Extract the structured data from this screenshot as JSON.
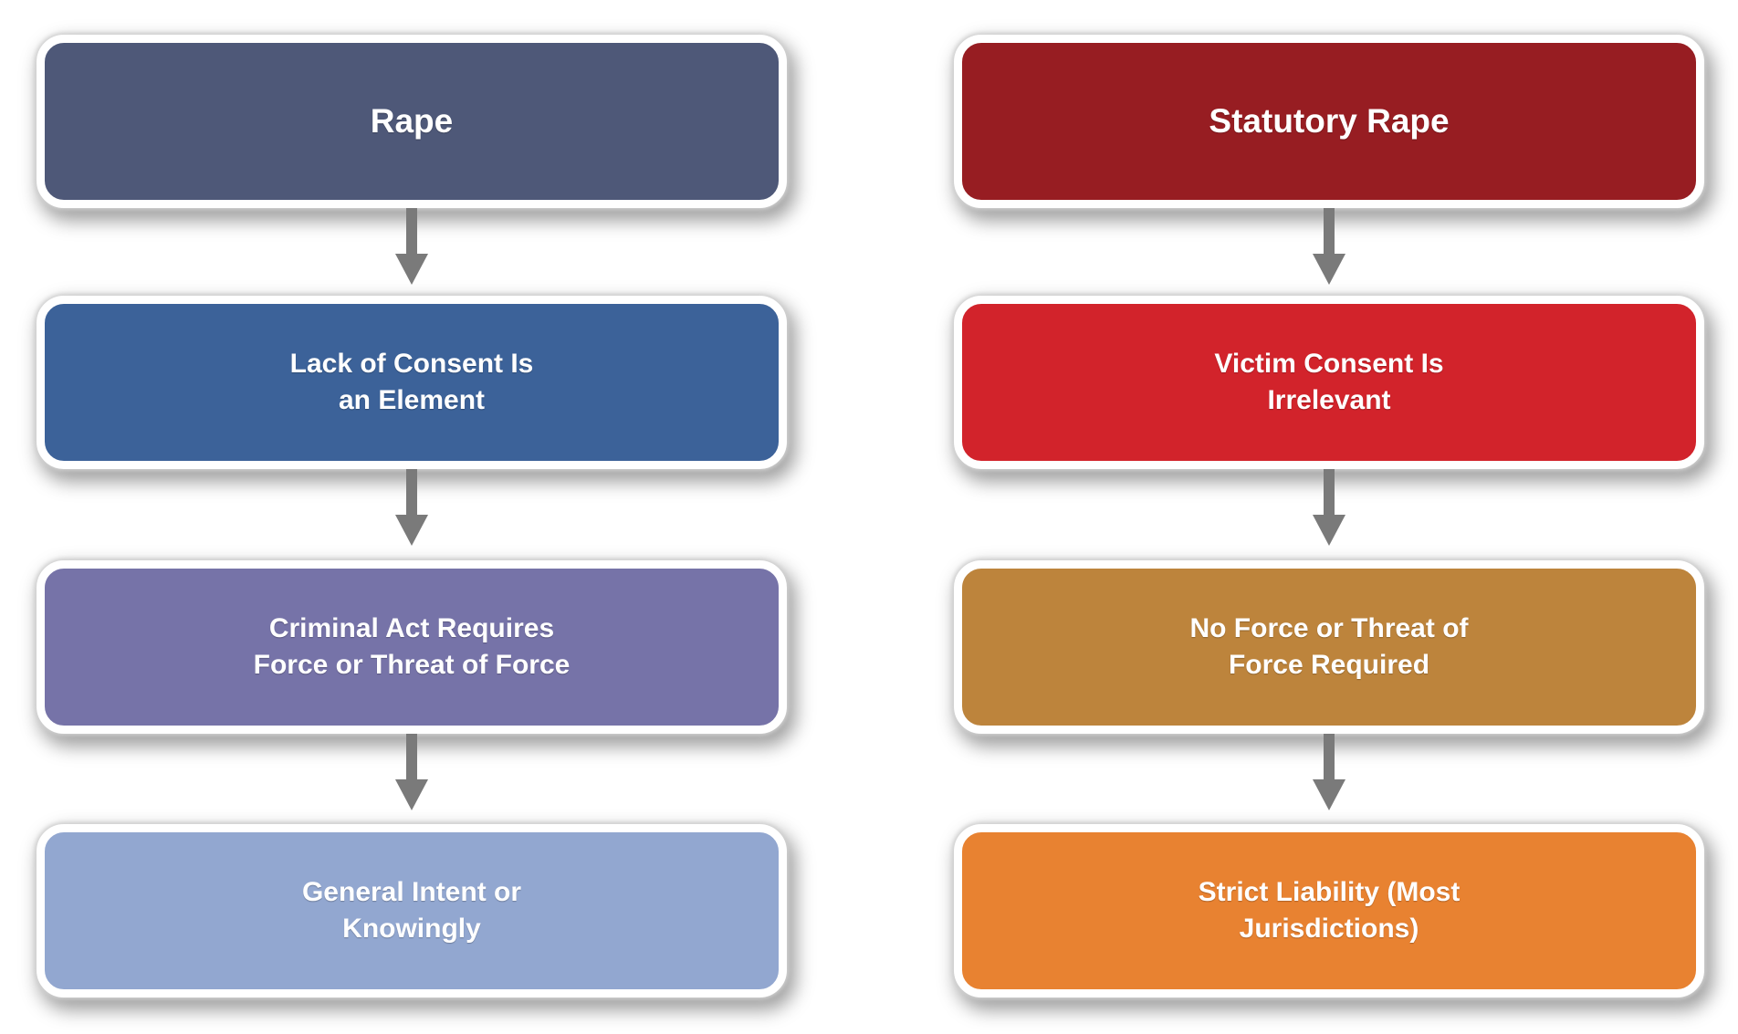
{
  "left_column": {
    "boxes": [
      {
        "label": "Rape",
        "color": "#4e5878"
      },
      {
        "label": "Lack of Consent Is\nan Element",
        "color": "#3c6299"
      },
      {
        "label": "Criminal Act Requires\nForce or Threat of Force",
        "color": "#7673a8"
      },
      {
        "label": "General Intent or\nKnowingly",
        "color": "#92a7d0"
      }
    ]
  },
  "right_column": {
    "boxes": [
      {
        "label": "Statutory Rape",
        "color": "#971d22"
      },
      {
        "label": "Victim Consent Is\nIrrelevant",
        "color": "#d2232b"
      },
      {
        "label": "No Force or Threat of\nForce Required",
        "color": "#bd843c"
      },
      {
        "label": "Strict Liability (Most\nJurisdictions)",
        "color": "#e88231"
      }
    ]
  },
  "arrow_color": "#7a7a7a"
}
